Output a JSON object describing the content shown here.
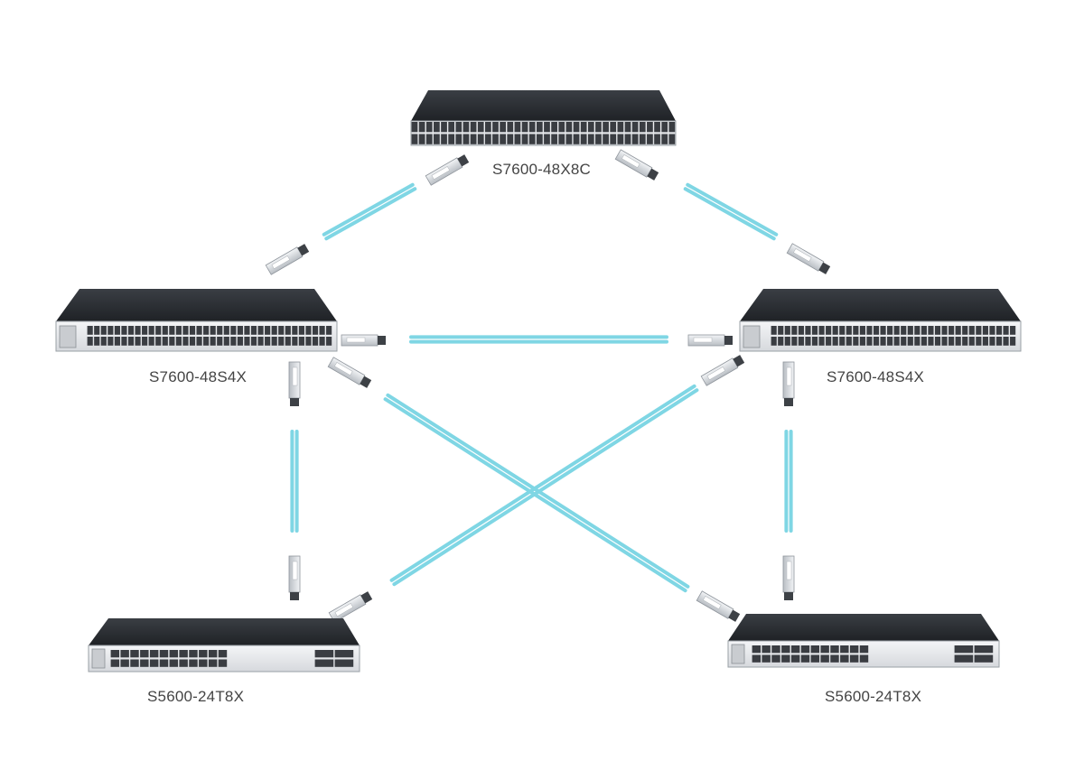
{
  "devices": {
    "core": {
      "model": "S7600-48X8C"
    },
    "aggregation_left": {
      "model": "S7600-48S4X"
    },
    "aggregation_right": {
      "model": "S7600-48S4X"
    },
    "access_left": {
      "model": "S5600-24T8X"
    },
    "access_right": {
      "model": "S5600-24T8X"
    }
  },
  "colors": {
    "cable": "#7fd6e4",
    "cable_edge": "#5bbfd0",
    "switch_top": "#2b2e33",
    "switch_front": "#e9ebee",
    "port": "#3a3d42",
    "transceiver": "#d9dde2"
  }
}
